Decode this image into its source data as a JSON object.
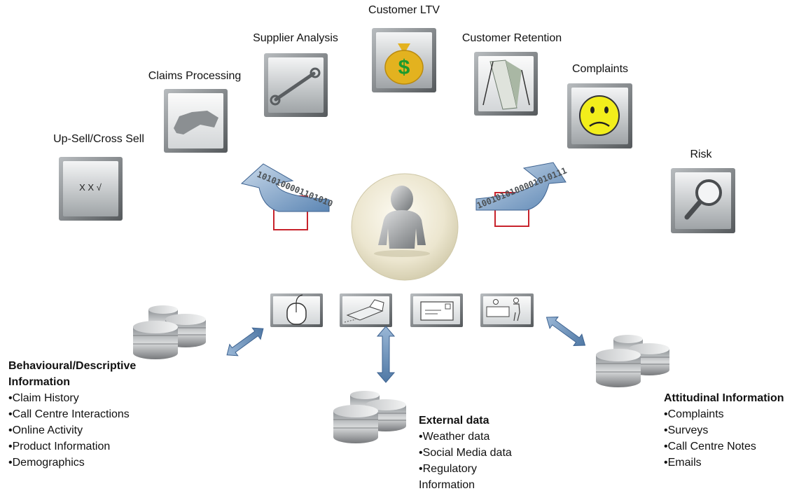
{
  "labels": {
    "upsell": "Up-Sell/Cross Sell",
    "upsell_icon_text": "X X √",
    "claims": "Claims Processing",
    "supplier": "Supplier Analysis",
    "ltv": "Customer LTV",
    "retention": "Customer Retention",
    "complaints": "Complaints",
    "risk": "Risk"
  },
  "binary": {
    "left": "1010100001101010",
    "right": "1001010100001010111"
  },
  "icons": {
    "upsell": "checklist-icon",
    "claims": "car-icon",
    "supplier": "wrench-icon",
    "ltv": "money-bag-icon",
    "retention": "falling-money-icon",
    "complaints": "sad-face-icon",
    "risk": "magnifier-icon",
    "channels": [
      "mouse-icon",
      "fax-icon",
      "letter-icon",
      "counter-service-icon"
    ]
  },
  "sources": {
    "behavioural": {
      "heading_line1": "Behavioural/Descriptive",
      "heading_line2": "Information",
      "items": [
        "Claim History",
        "Call Centre Interactions",
        "Online Activity",
        "Product Information",
        "Demographics"
      ]
    },
    "external": {
      "heading": "External data",
      "items": [
        "Weather data",
        "Social Media data",
        "Regulatory"
      ],
      "continuation": "Information"
    },
    "attitudinal": {
      "heading": "Attitudinal Information",
      "items": [
        "Complaints",
        "Surveys",
        "Call Centre Notes",
        "Emails"
      ]
    }
  },
  "colors": {
    "arrow_blue": "#6f95bf",
    "icon_frame": "#8e9396",
    "bag_gold": "#e3b21f",
    "dollar_green": "#1c9a2e",
    "face_yellow": "#f2ee1b",
    "red_frame": "#c8232c"
  }
}
